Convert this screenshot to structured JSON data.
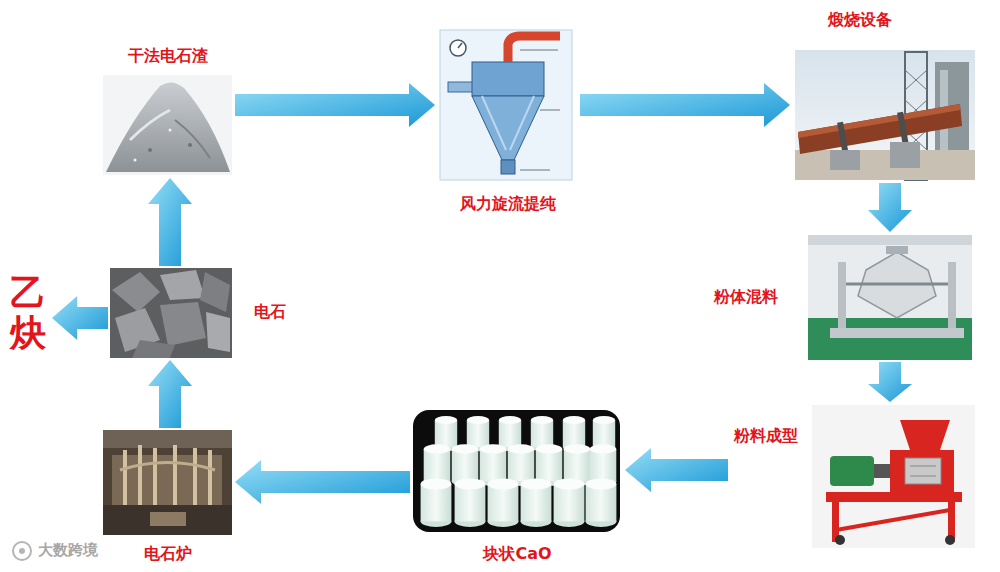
{
  "diagram": {
    "nodes": [
      {
        "text": [
          "干法电石渣"
        ]
      },
      {
        "text": [
          "风力旋流提纯"
        ]
      },
      {
        "text": [
          "煅烧设备"
        ]
      },
      {
        "text": [
          "粉体混料"
        ]
      },
      {
        "text": [
          "粉料成型"
        ]
      },
      {
        "text": [
          "块状CaO"
        ]
      },
      {
        "text": [
          "电石炉"
        ]
      },
      {
        "text": [
          "电石"
        ]
      },
      {
        "text": [
          "乙炔"
        ]
      }
    ],
    "edges": [
      {
        "from": 0,
        "to": 1,
        "arrow": "to"
      },
      {
        "from": 1,
        "to": 2,
        "arrow": "to"
      },
      {
        "from": 2,
        "to": 3,
        "arrow": "to"
      },
      {
        "from": 3,
        "to": 4,
        "arrow": "to"
      },
      {
        "from": 4,
        "to": 5,
        "arrow": "to"
      },
      {
        "from": 5,
        "to": 6,
        "arrow": "to"
      },
      {
        "from": 6,
        "to": 7,
        "arrow": "to"
      },
      {
        "from": 7,
        "to": 0,
        "arrow": "to"
      },
      {
        "from": 7,
        "to": 8,
        "arrow": "to"
      }
    ],
    "labels": [
      "大数跨境"
    ]
  }
}
